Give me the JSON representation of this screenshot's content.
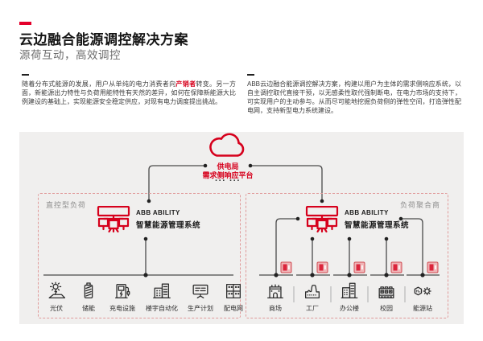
{
  "title": "云边融合能源调控解决方案",
  "subtitle": "源荷互动，高效调控",
  "intro": {
    "left": {
      "pre": "随着分布式能源的发展，用户从单纯的电力消费者向",
      "highlight": "产销者",
      "post": "转变。另一方面，新能源出力特性与负荷用能特性有天然的差异，如何在保障新能源大比例建设的基础上，实现能源安全稳定供应，对现有电力调度提出挑战。"
    },
    "right": {
      "text": "ABB云边融合能源调控解决方案，构建以用户为主体的需求侧响应系统，以自主调控取代直接干预，以无感柔性取代强制断电，在电力市场的支持下，可实现用户的主动参与。从而尽可能地挖掘负荷侧的弹性空间，打造弹性配电网，支持新型电力系统建设。"
    }
  },
  "diagram": {
    "platform": {
      "name": "供电局",
      "subname": "需求侧响应平台",
      "dots": "··· ···"
    },
    "left_group": {
      "box_label": "直控型负荷",
      "system_name": "ABB ABILITY",
      "system_desc": "智慧能源管理系统",
      "items": [
        {
          "label": "光伏",
          "icon": "solar-pv-icon"
        },
        {
          "label": "储能",
          "icon": "battery-storage-icon"
        },
        {
          "label": "充电设施",
          "icon": "ev-charger-icon"
        },
        {
          "label": "楼宇自动化",
          "icon": "building-automation-icon"
        },
        {
          "label": "生产计划",
          "icon": "production-plan-icon"
        },
        {
          "label": "配电网",
          "icon": "distribution-grid-icon"
        }
      ]
    },
    "right_group": {
      "box_label": "负荷聚合商",
      "system_name": "ABB ABILITY",
      "system_desc": "智慧能源管理系统",
      "items": [
        {
          "label": "商场",
          "icon": "mall-icon"
        },
        {
          "label": "工厂",
          "icon": "factory-icon"
        },
        {
          "label": "办公楼",
          "icon": "office-building-icon"
        },
        {
          "label": "校园",
          "icon": "campus-icon"
        },
        {
          "label": "能源站",
          "icon": "energy-station-icon"
        }
      ]
    }
  },
  "colors": {
    "brand_red": "#d6001c",
    "accent_dash_red": "#e4002b",
    "diagram_bg": "#f0efee",
    "dashed_box_border": "#e09a9a",
    "connector_line": "#4a4a4a",
    "label_gray": "#8f8f8f",
    "body_text": "#3d3d3d"
  }
}
